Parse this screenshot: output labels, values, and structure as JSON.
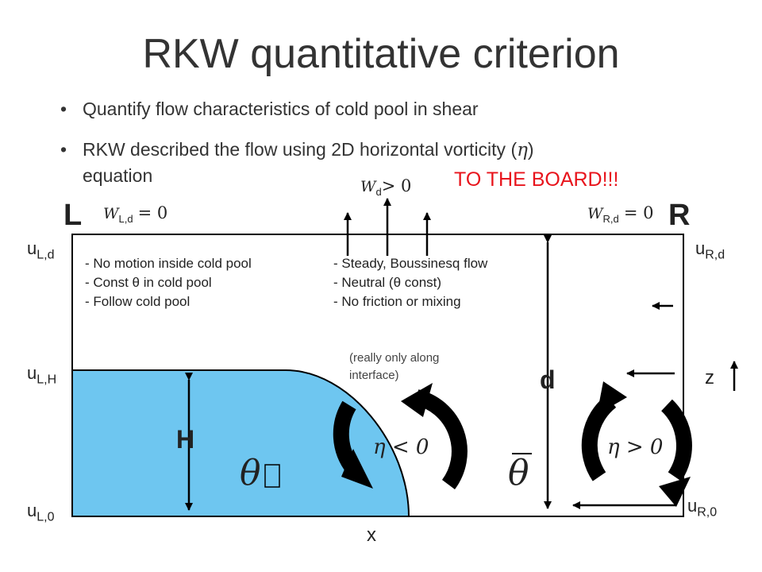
{
  "title": "RKW quantitative criterion",
  "bullets": [
    "Quantify flow characteristics of cold pool in shear",
    "RKW described the flow using 2D horizontal vorticity (",
    "η",
    ") equation"
  ],
  "bullet2_line2": "equation",
  "board_note": "TO THE BOARD!!!",
  "side_left": "L",
  "side_right": "R",
  "w_labels": {
    "wd_symbol": "W",
    "wd_sub": "d",
    "wd_rel": "> 0",
    "wld_symbol": "W",
    "wld_sub": "L,d",
    "wld_rel": "= 0",
    "wrd_symbol": "W",
    "wrd_sub": "R,d",
    "wrd_rel": "= 0"
  },
  "velocity_labels": {
    "uld": "u",
    "uld_sub": "L,d",
    "ulh": "u",
    "ulh_sub": "L,H",
    "ul0": "u",
    "ul0_sub": "L,0",
    "urd": "u",
    "urd_sub": "R,d",
    "ur0": "u",
    "ur0_sub": "R,0"
  },
  "assumptions_left": [
    "- No motion inside cold pool",
    "- Const θ in cold pool",
    "- Follow cold pool"
  ],
  "assumptions_right": [
    "-   Steady, Boussinesq flow",
    "-   Neutral (θ const)",
    "-   No friction or mixing"
  ],
  "interface_note": [
    "(really only along",
    "interface)"
  ],
  "depth_label": "d",
  "height_label": "H",
  "x_label": "x",
  "z_label": "z",
  "theta_cold": "θ",
  "theta_env": "θ",
  "eta_neg": "η < 0",
  "eta_pos": "η > 0",
  "colors": {
    "cold_pool": "#6ec6f0",
    "board_note": "#e8141c",
    "outline": "#000000"
  }
}
